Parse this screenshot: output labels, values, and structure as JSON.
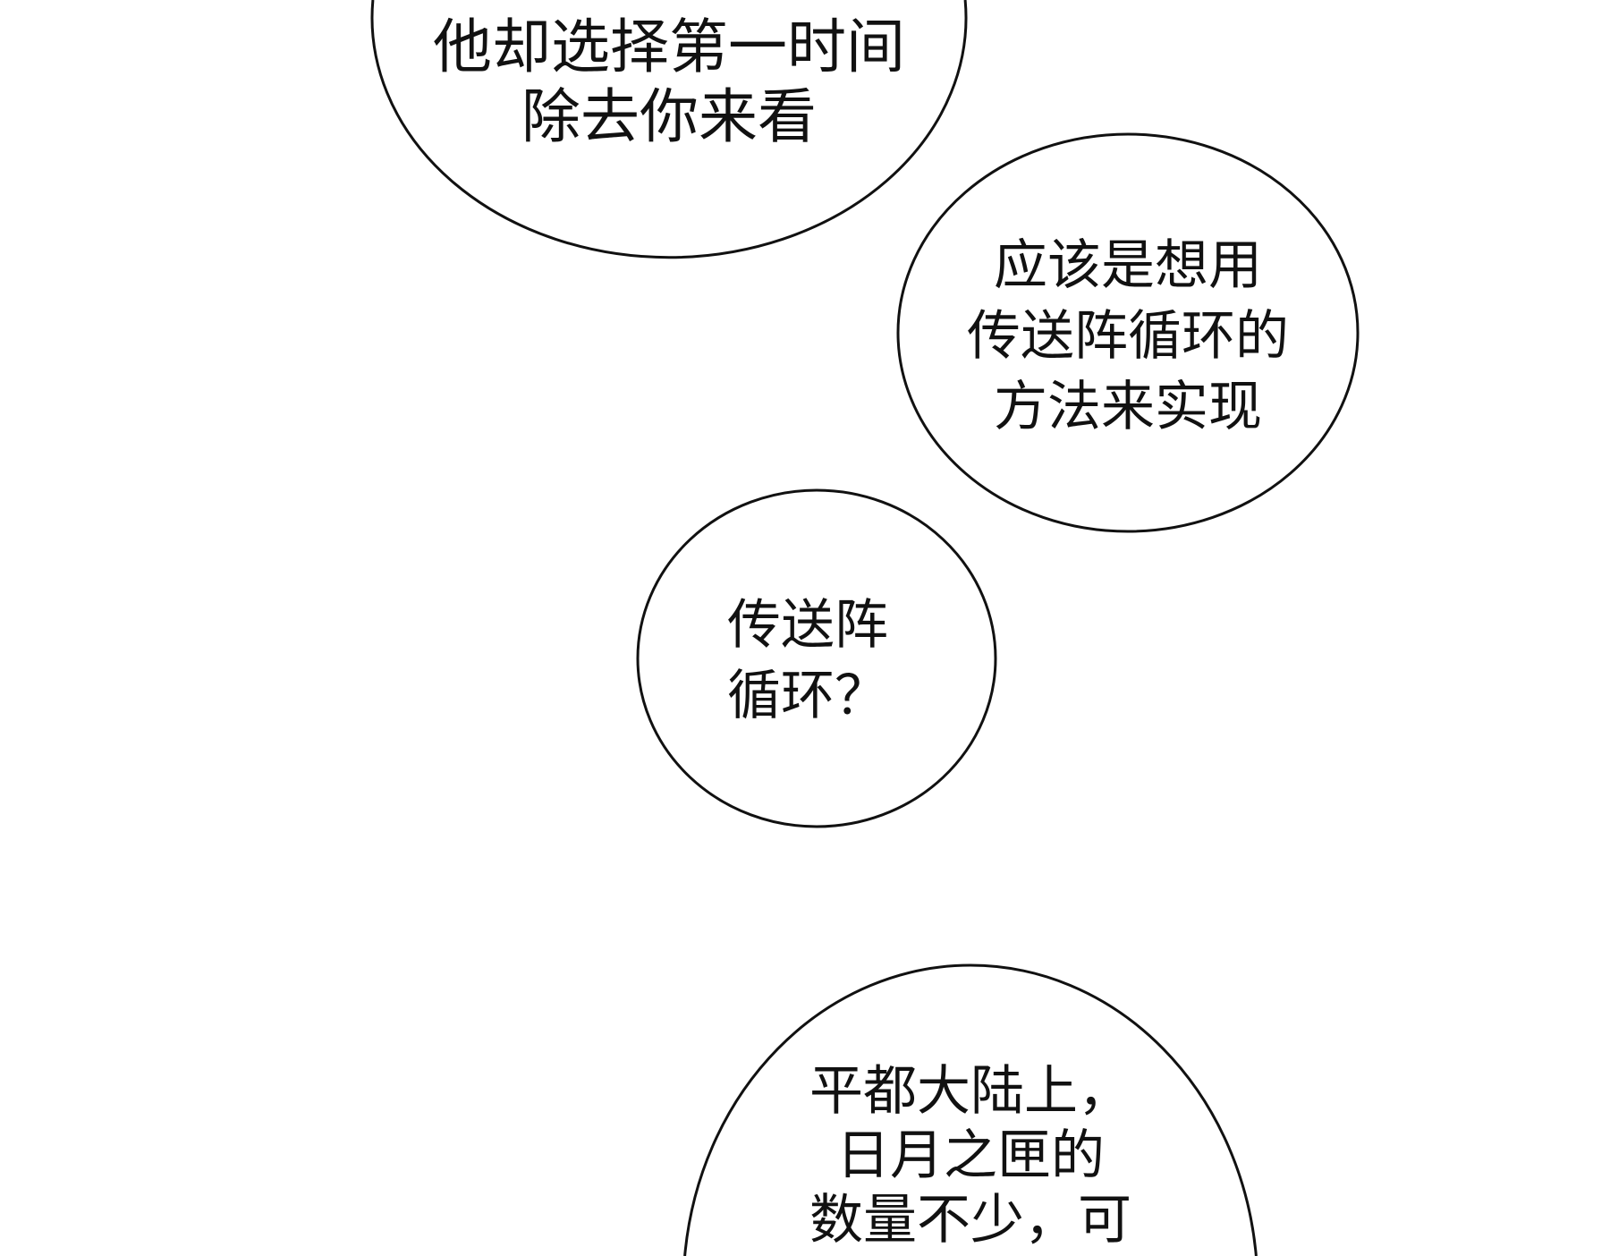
{
  "bubbles": [
    {
      "lines": [
        "他却选择第一时间",
        "除去你来看"
      ]
    },
    {
      "lines": [
        "应该是想用",
        "传送阵循环的",
        "方法来实现"
      ]
    },
    {
      "lines": [
        "传送阵",
        "循环？"
      ]
    },
    {
      "lines": [
        "平都大陆上，",
        "日月之匣的",
        "数量不少，可"
      ]
    }
  ],
  "colors": {
    "ink": "#111111",
    "background": "#ffffff"
  }
}
